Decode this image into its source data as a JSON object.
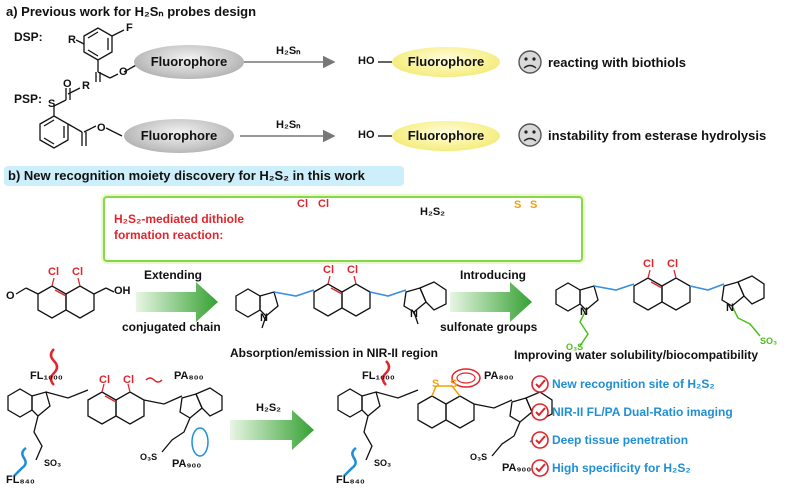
{
  "section_a": {
    "title": "a) Previous work for H₂Sₙ probes design",
    "dsp": {
      "label": "DSP:",
      "substituent_r": "R",
      "substituent_f": "F",
      "ester_o": "O",
      "probe_label": "Fluorophore",
      "reagent": "H₂Sₙ",
      "product_prefix": "HO",
      "product_label": "Fluorophore",
      "note": "reacting with biothiols"
    },
    "psp": {
      "label": "PSP:",
      "substituent_r": "R",
      "thio_s": "S",
      "carbonyl_o": "O",
      "ester_o": "O",
      "probe_label": "Fluorophore",
      "reagent": "H₂Sₙ",
      "product_prefix": "HO",
      "product_label": "Fluorophore",
      "note": "instability from esterase hydrolysis"
    }
  },
  "section_b": {
    "title": "b) New recognition moiety discovery for H₂S₂ in this work",
    "box": {
      "reaction_label_line1": "H₂S₂-mediated dithiole",
      "reaction_label_line2": "formation reaction:",
      "cl1": "Cl",
      "cl2": "Cl",
      "reagent": "H₂S₂",
      "s1": "S",
      "s2": "S"
    },
    "row2": {
      "cl1": "Cl",
      "cl2": "Cl",
      "start_o": "O",
      "start_oh": "OH",
      "arrow1_top": "Extending",
      "arrow1_bottom": "conjugated chain",
      "dye1_caption": "Absorption/emission in NIR-II region",
      "n_plus": "N",
      "n": "N",
      "arrow2_top": "Introducing",
      "arrow2_bottom": "sulfonate groups",
      "dye2_caption": "Improving water solubility/biocompatibility",
      "o3s": "O₃S",
      "so3": "SO₃"
    },
    "row3": {
      "fl1000_left": "FL₁₀₀₀",
      "pa800_left": "PA₈₀₀",
      "fl840_left": "FL₈₄₀",
      "pa900_left": "PA₉₀₀",
      "so3_left": "SO₃",
      "o3s_left": "O₃S",
      "cl1": "Cl",
      "cl2": "Cl",
      "reagent": "H₂S₂",
      "fl1000_right": "FL₁₀₀₀",
      "pa800_right": "PA₈₀₀",
      "fl840_right": "FL₈₄₀",
      "pa900_right": "PA₉₀₀",
      "s1": "S",
      "s2": "S",
      "so3_right": "SO₃",
      "o3s_right": "O₃S"
    },
    "features": [
      "New recognition site of H₂S₂",
      "NIR-II FL/PA Dual-Ratio imaging",
      "Deep tissue penetration",
      "High specificity for H₂S₂"
    ]
  },
  "colors": {
    "accent_blue": "#1f8fd7",
    "red_text": "#e0262c",
    "check_red": "#e0262c",
    "arrow_green": "#3da637",
    "sulfur_orange": "#f2a20c",
    "sulfonate_green": "#4bbf1d",
    "section_b_bg": "#cdeffb",
    "box_border": "#86d84a",
    "conjugated_blue": "#3a8fe0"
  }
}
